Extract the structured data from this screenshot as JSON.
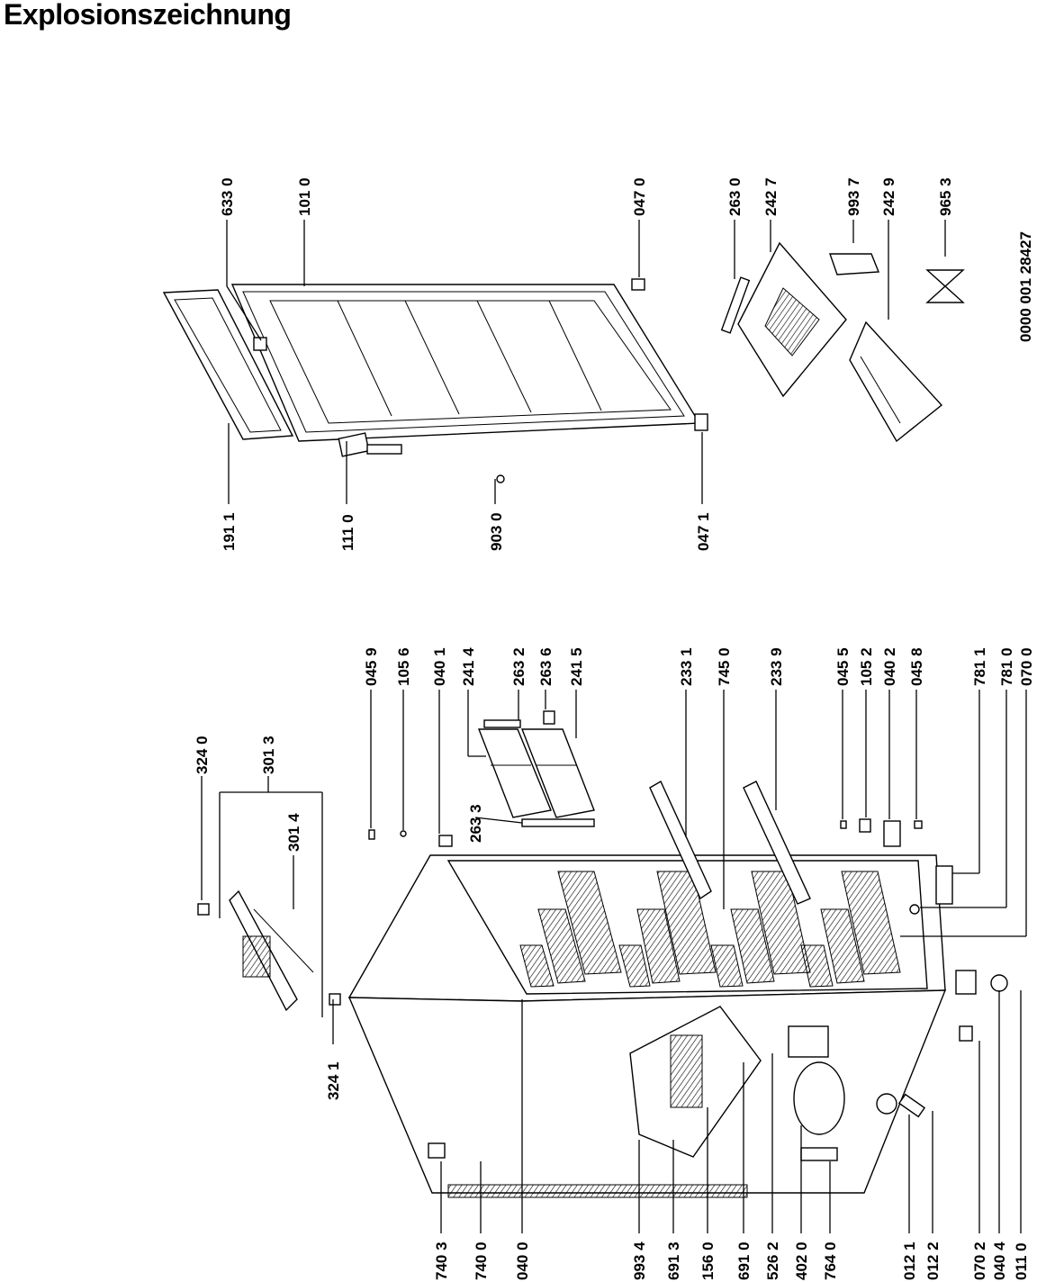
{
  "title": "Explosionszeichnung",
  "doc_number": "0000 001 28427",
  "labels": {
    "p633_0": "633 0",
    "p101_0": "101 0",
    "p191_1": "191 1",
    "p111_0": "111 0",
    "p903_0": "903 0",
    "p047_0": "047 0",
    "p047_1": "047 1",
    "p263_0": "263 0",
    "p242_7": "242 7",
    "p993_7": "993 7",
    "p242_9": "242 9",
    "p965_3": "965 3",
    "p324_0": "324 0",
    "p301_3": "301 3",
    "p301_4": "301 4",
    "p324_1": "324 1",
    "p045_9": "045 9",
    "p105_6": "105 6",
    "p040_1": "040 1",
    "p241_4": "241 4",
    "p263_2": "263 2",
    "p263_6": "263 6",
    "p241_5": "241 5",
    "p263_3": "263 3",
    "p233_1": "233 1",
    "p745_0": "745 0",
    "p233_9": "233 9",
    "p045_5": "045 5",
    "p105_2": "105 2",
    "p040_2": "040 2",
    "p045_8": "045 8",
    "p781_1": "781 1",
    "p781_0": "781 0",
    "p070_0": "070 0",
    "p740_3": "740 3",
    "p740_0": "740 0",
    "p040_0": "040 0",
    "p993_4": "993 4",
    "p691_3": "691 3",
    "p156_0": "156 0",
    "p691_0": "691 0",
    "p526_2": "526 2",
    "p402_0": "402 0",
    "p764_0": "764 0",
    "p012_1": "012 1",
    "p012_2": "012 2",
    "p070_2": "070 2",
    "p040_4": "040 4",
    "p011_0": "011 0"
  }
}
